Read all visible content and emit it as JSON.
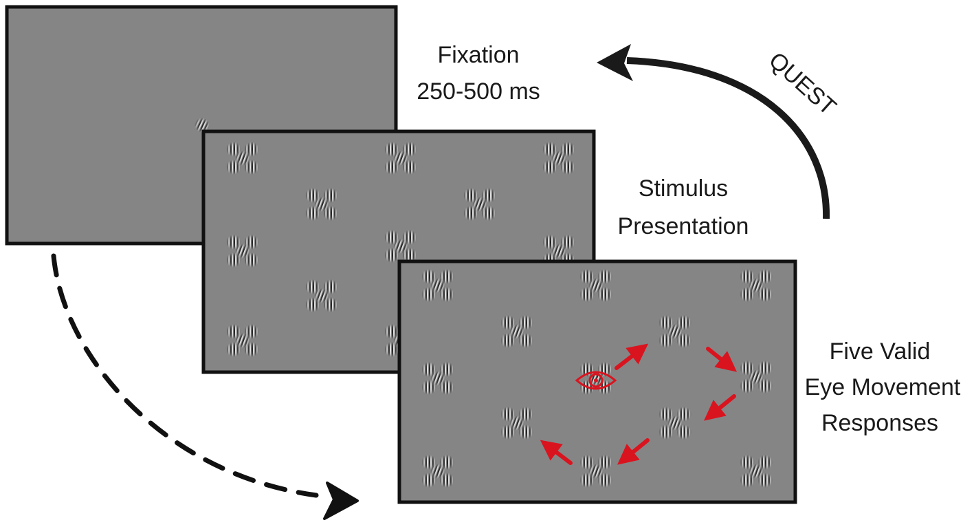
{
  "fixation": {
    "line1": "Fixation",
    "line2": "250-500 ms"
  },
  "stimulus": {
    "line1": "Stimulus",
    "line2": "Presentation"
  },
  "response": {
    "line1": "Five Valid",
    "line2": "Eye Movement",
    "line3": "Responses"
  },
  "quest": {
    "label": "QUEST"
  },
  "colors": {
    "screen_gray": "#858585",
    "frame": "#111111",
    "accent_red": "#d9141f",
    "arrow": "#1a1a1a"
  },
  "icons": [
    "eye-icon",
    "gabor-cluster",
    "arrow"
  ]
}
